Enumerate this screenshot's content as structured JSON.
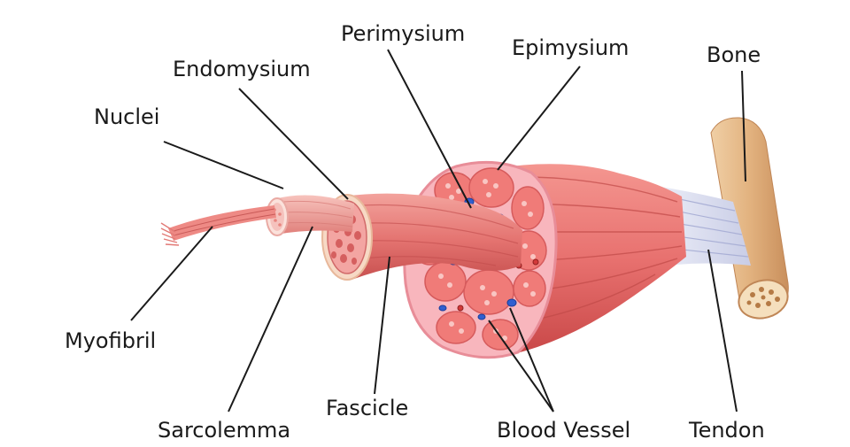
{
  "labels": {
    "perimysium": "Perimysium",
    "epimysium": "Epimysium",
    "bone": "Bone",
    "endomysium": "Endomysium",
    "nuclei": "Nuclei",
    "myofibril": "Myofibril",
    "sarcolemma": "Sarcolemma",
    "fascicle": "Fascicle",
    "blood_vessel": "Blood Vessel",
    "tendon": "Tendon"
  },
  "colors": {
    "muscle": "#e8716f",
    "muscle_dark": "#c94848",
    "muscle_light": "#f6b2ad",
    "connective": "#f5b7c0",
    "tendon": "#d9dcef",
    "bone": "#e6b98a",
    "bone_dark": "#c98f5c",
    "vein": "#2f5fd0",
    "artery": "#d23a3a"
  }
}
